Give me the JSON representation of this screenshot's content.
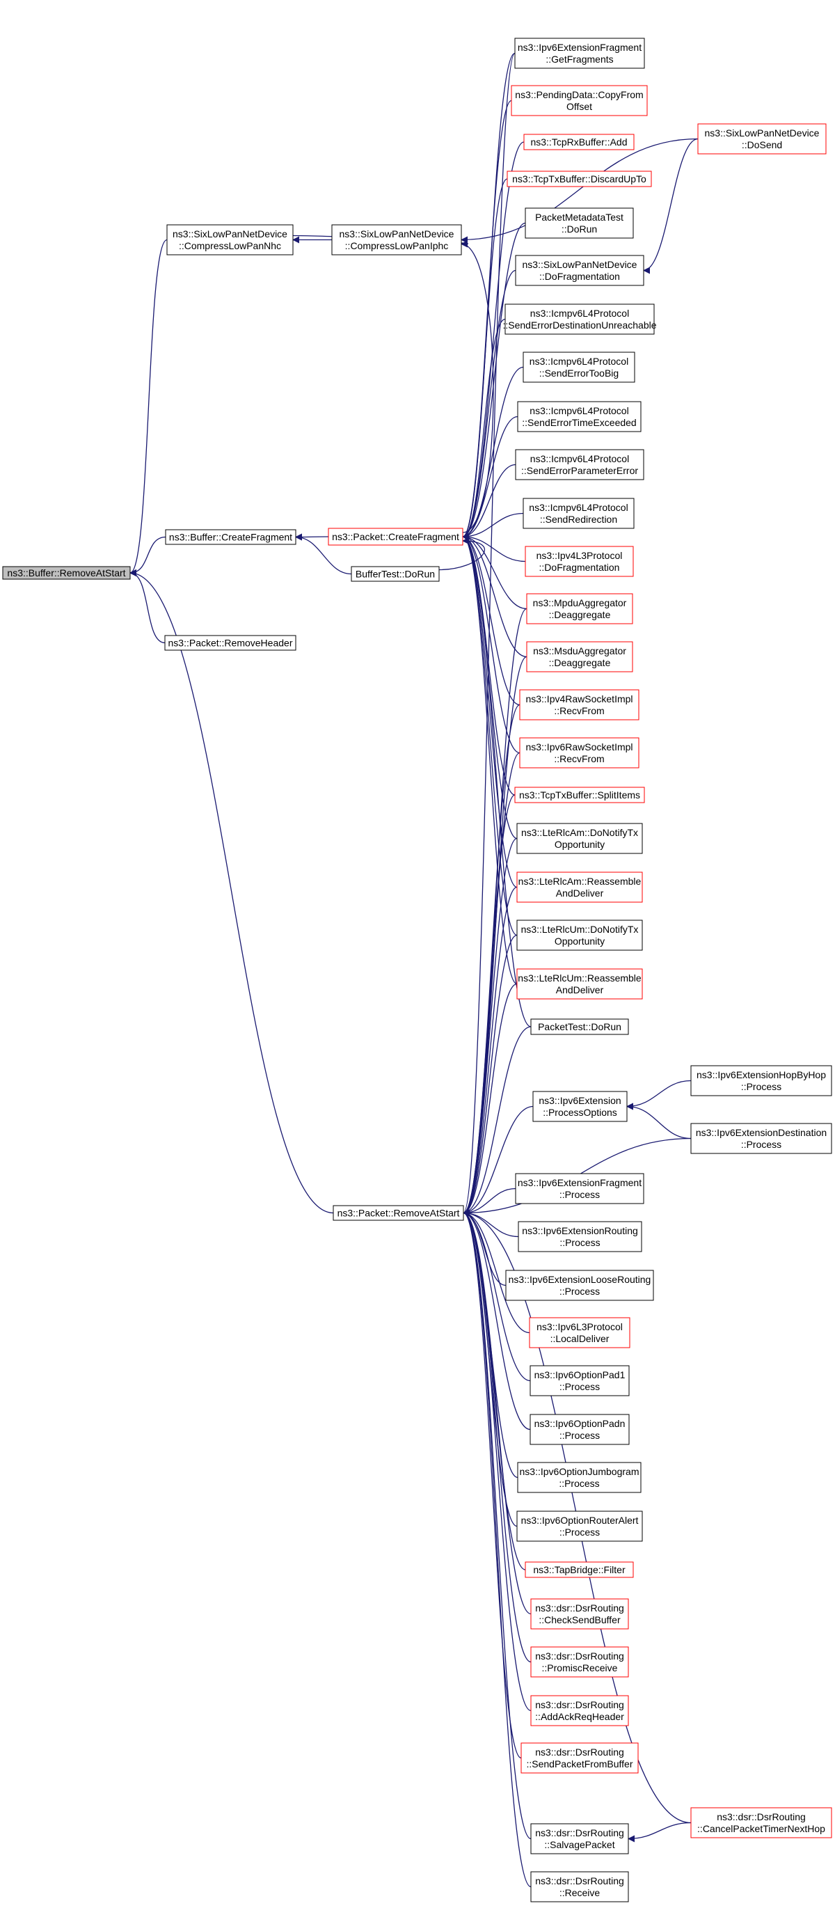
{
  "colors": {
    "edge": "#191970",
    "box_normal": "#000000",
    "box_incomplete": "#ff0000",
    "box_root_fill": "#bfbfbf",
    "box_fill": "#ffffff"
  },
  "nodes": [
    {
      "id": "removeAtStart",
      "lines": [
        "ns3::Buffer::RemoveAtStart"
      ],
      "style": "root"
    },
    {
      "id": "compressNhc",
      "lines": [
        "ns3::SixLowPanNetDevice",
        "::CompressLowPanNhc"
      ],
      "style": "normal"
    },
    {
      "id": "compressIphc",
      "lines": [
        "ns3::SixLowPanNetDevice",
        "::CompressLowPanIphc"
      ],
      "style": "normal"
    },
    {
      "id": "bufCreateFragment",
      "lines": [
        "ns3::Buffer::CreateFragment"
      ],
      "style": "normal"
    },
    {
      "id": "pktRemoveHeader",
      "lines": [
        "ns3::Packet::RemoveHeader"
      ],
      "style": "normal"
    },
    {
      "id": "pktCreateFragment",
      "lines": [
        "ns3::Packet::CreateFragment"
      ],
      "style": "red"
    },
    {
      "id": "bufferTestDoRun",
      "lines": [
        "BufferTest::DoRun"
      ],
      "style": "normal"
    },
    {
      "id": "pktRemoveAtStart",
      "lines": [
        "ns3::Packet::RemoveAtStart"
      ],
      "style": "normal"
    },
    {
      "id": "extFragGet",
      "lines": [
        "ns3::Ipv6ExtensionFragment",
        "::GetFragments"
      ],
      "style": "normal"
    },
    {
      "id": "pendingCopy",
      "lines": [
        "ns3::PendingData::CopyFrom",
        "Offset"
      ],
      "style": "red"
    },
    {
      "id": "tcpRxAdd",
      "lines": [
        "ns3::TcpRxBuffer::Add"
      ],
      "style": "red"
    },
    {
      "id": "tcpTxDiscard",
      "lines": [
        "ns3::TcpTxBuffer::DiscardUpTo"
      ],
      "style": "red"
    },
    {
      "id": "pktMetaTest",
      "lines": [
        "PacketMetadataTest",
        "::DoRun"
      ],
      "style": "normal"
    },
    {
      "id": "sixDoFrag",
      "lines": [
        "ns3::SixLowPanNetDevice",
        "::DoFragmentation"
      ],
      "style": "normal"
    },
    {
      "id": "icmpUnreach",
      "lines": [
        "ns3::Icmpv6L4Protocol",
        "::SendErrorDestinationUnreachable"
      ],
      "style": "normal"
    },
    {
      "id": "icmpTooBig",
      "lines": [
        "ns3::Icmpv6L4Protocol",
        "::SendErrorTooBig"
      ],
      "style": "normal"
    },
    {
      "id": "icmpTime",
      "lines": [
        "ns3::Icmpv6L4Protocol",
        "::SendErrorTimeExceeded"
      ],
      "style": "normal"
    },
    {
      "id": "icmpParam",
      "lines": [
        "ns3::Icmpv6L4Protocol",
        "::SendErrorParameterError"
      ],
      "style": "normal"
    },
    {
      "id": "icmpRedir",
      "lines": [
        "ns3::Icmpv6L4Protocol",
        "::SendRedirection"
      ],
      "style": "normal"
    },
    {
      "id": "ipv4Frag",
      "lines": [
        "ns3::Ipv4L3Protocol",
        "::DoFragmentation"
      ],
      "style": "red"
    },
    {
      "id": "mpdu",
      "lines": [
        "ns3::MpduAggregator",
        "::Deaggregate"
      ],
      "style": "red"
    },
    {
      "id": "msdu",
      "lines": [
        "ns3::MsduAggregator",
        "::Deaggregate"
      ],
      "style": "red"
    },
    {
      "id": "ipv4Raw",
      "lines": [
        "ns3::Ipv4RawSocketImpl",
        "::RecvFrom"
      ],
      "style": "red"
    },
    {
      "id": "ipv6Raw",
      "lines": [
        "ns3::Ipv6RawSocketImpl",
        "::RecvFrom"
      ],
      "style": "red"
    },
    {
      "id": "tcpTxSplit",
      "lines": [
        "ns3::TcpTxBuffer::SplitItems"
      ],
      "style": "red"
    },
    {
      "id": "lteAmNotify",
      "lines": [
        "ns3::LteRlcAm::DoNotifyTx",
        "Opportunity"
      ],
      "style": "normal"
    },
    {
      "id": "lteAmReasm",
      "lines": [
        "ns3::LteRlcAm::Reassemble",
        "AndDeliver"
      ],
      "style": "red"
    },
    {
      "id": "lteUmNotify",
      "lines": [
        "ns3::LteRlcUm::DoNotifyTx",
        "Opportunity"
      ],
      "style": "normal"
    },
    {
      "id": "lteUmReasm",
      "lines": [
        "ns3::LteRlcUm::Reassemble",
        "AndDeliver"
      ],
      "style": "red"
    },
    {
      "id": "packetTest",
      "lines": [
        "PacketTest::DoRun"
      ],
      "style": "normal"
    },
    {
      "id": "sixDoSend",
      "lines": [
        "ns3::SixLowPanNetDevice",
        "::DoSend"
      ],
      "style": "red"
    },
    {
      "id": "extProcOpts",
      "lines": [
        "ns3::Ipv6Extension",
        "::ProcessOptions"
      ],
      "style": "normal"
    },
    {
      "id": "extHopByHop",
      "lines": [
        "ns3::Ipv6ExtensionHopByHop",
        "::Process"
      ],
      "style": "normal"
    },
    {
      "id": "extDest",
      "lines": [
        "ns3::Ipv6ExtensionDestination",
        "::Process"
      ],
      "style": "normal"
    },
    {
      "id": "extFragProc",
      "lines": [
        "ns3::Ipv6ExtensionFragment",
        "::Process"
      ],
      "style": "normal"
    },
    {
      "id": "extRouting",
      "lines": [
        "ns3::Ipv6ExtensionRouting",
        "::Process"
      ],
      "style": "normal"
    },
    {
      "id": "extLoose",
      "lines": [
        "ns3::Ipv6ExtensionLooseRouting",
        "::Process"
      ],
      "style": "normal"
    },
    {
      "id": "ipv6Local",
      "lines": [
        "ns3::Ipv6L3Protocol",
        "::LocalDeliver"
      ],
      "style": "red"
    },
    {
      "id": "pad1",
      "lines": [
        "ns3::Ipv6OptionPad1",
        "::Process"
      ],
      "style": "normal"
    },
    {
      "id": "padn",
      "lines": [
        "ns3::Ipv6OptionPadn",
        "::Process"
      ],
      "style": "normal"
    },
    {
      "id": "jumbo",
      "lines": [
        "ns3::Ipv6OptionJumbogram",
        "::Process"
      ],
      "style": "normal"
    },
    {
      "id": "routerAlert",
      "lines": [
        "ns3::Ipv6OptionRouterAlert",
        "::Process"
      ],
      "style": "normal"
    },
    {
      "id": "tapFilter",
      "lines": [
        "ns3::TapBridge::Filter"
      ],
      "style": "red"
    },
    {
      "id": "dsrCheck",
      "lines": [
        "ns3::dsr::DsrRouting",
        "::CheckSendBuffer"
      ],
      "style": "red"
    },
    {
      "id": "dsrPromisc",
      "lines": [
        "ns3::dsr::DsrRouting",
        "::PromiscReceive"
      ],
      "style": "red"
    },
    {
      "id": "dsrAddAck",
      "lines": [
        "ns3::dsr::DsrRouting",
        "::AddAckReqHeader"
      ],
      "style": "red"
    },
    {
      "id": "dsrSendFromBuf",
      "lines": [
        "ns3::dsr::DsrRouting",
        "::SendPacketFromBuffer"
      ],
      "style": "red"
    },
    {
      "id": "dsrSalvage",
      "lines": [
        "ns3::dsr::DsrRouting",
        "::SalvagePacket"
      ],
      "style": "normal"
    },
    {
      "id": "dsrCancel",
      "lines": [
        "ns3::dsr::DsrRouting",
        "::CancelPacketTimerNextHop"
      ],
      "style": "red"
    },
    {
      "id": "dsrReceive",
      "lines": [
        "ns3::dsr::DsrRouting",
        "::Receive"
      ],
      "style": "normal"
    }
  ],
  "edges": [
    {
      "from": "compressNhc",
      "to": "removeAtStart"
    },
    {
      "from": "bufCreateFragment",
      "to": "removeAtStart"
    },
    {
      "from": "pktRemoveHeader",
      "to": "removeAtStart"
    },
    {
      "from": "pktRemoveAtStart",
      "to": "removeAtStart"
    },
    {
      "from": "compressIphc",
      "to": "compressNhc"
    },
    {
      "from": "compressNhc",
      "to": "compressIphc"
    },
    {
      "from": "pktCreateFragment",
      "to": "compressIphc"
    },
    {
      "from": "sixDoSend",
      "to": "compressIphc"
    },
    {
      "from": "pktCreateFragment",
      "to": "bufCreateFragment"
    },
    {
      "from": "bufferTestDoRun",
      "to": "bufCreateFragment"
    },
    {
      "from": "extFragGet",
      "to": "pktCreateFragment"
    },
    {
      "from": "pendingCopy",
      "to": "pktCreateFragment"
    },
    {
      "from": "tcpRxAdd",
      "to": "pktCreateFragment"
    },
    {
      "from": "tcpTxDiscard",
      "to": "pktCreateFragment"
    },
    {
      "from": "pktMetaTest",
      "to": "pktCreateFragment"
    },
    {
      "from": "sixDoFrag",
      "to": "pktCreateFragment"
    },
    {
      "from": "icmpUnreach",
      "to": "pktCreateFragment"
    },
    {
      "from": "icmpTooBig",
      "to": "pktCreateFragment"
    },
    {
      "from": "icmpTime",
      "to": "pktCreateFragment"
    },
    {
      "from": "icmpParam",
      "to": "pktCreateFragment"
    },
    {
      "from": "icmpRedir",
      "to": "pktCreateFragment"
    },
    {
      "from": "ipv4Frag",
      "to": "pktCreateFragment"
    },
    {
      "from": "mpdu",
      "to": "pktCreateFragment"
    },
    {
      "from": "msdu",
      "to": "pktCreateFragment"
    },
    {
      "from": "ipv4Raw",
      "to": "pktCreateFragment"
    },
    {
      "from": "ipv6Raw",
      "to": "pktCreateFragment"
    },
    {
      "from": "tcpTxSplit",
      "to": "pktCreateFragment"
    },
    {
      "from": "lteAmNotify",
      "to": "pktCreateFragment"
    },
    {
      "from": "lteAmReasm",
      "to": "pktCreateFragment"
    },
    {
      "from": "lteUmNotify",
      "to": "pktCreateFragment"
    },
    {
      "from": "lteUmReasm",
      "to": "pktCreateFragment"
    },
    {
      "from": "packetTest",
      "to": "pktCreateFragment"
    },
    {
      "from": "bufferTestDoRun",
      "to": "pktCreateFragment"
    },
    {
      "from": "sixDoSend",
      "to": "sixDoFrag"
    },
    {
      "from": "extFragGet",
      "to": "pktRemoveAtStart"
    },
    {
      "from": "mpdu",
      "to": "pktRemoveAtStart"
    },
    {
      "from": "msdu",
      "to": "pktRemoveAtStart"
    },
    {
      "from": "ipv4Raw",
      "to": "pktRemoveAtStart"
    },
    {
      "from": "ipv6Raw",
      "to": "pktRemoveAtStart"
    },
    {
      "from": "tcpTxSplit",
      "to": "pktRemoveAtStart"
    },
    {
      "from": "lteAmNotify",
      "to": "pktRemoveAtStart"
    },
    {
      "from": "lteAmReasm",
      "to": "pktRemoveAtStart"
    },
    {
      "from": "lteUmNotify",
      "to": "pktRemoveAtStart"
    },
    {
      "from": "lteUmReasm",
      "to": "pktRemoveAtStart"
    },
    {
      "from": "packetTest",
      "to": "pktRemoveAtStart"
    },
    {
      "from": "extProcOpts",
      "to": "pktRemoveAtStart"
    },
    {
      "from": "extHopByHop",
      "to": "extProcOpts"
    },
    {
      "from": "extDest",
      "to": "extProcOpts"
    },
    {
      "from": "extDest",
      "to": "pktRemoveAtStart"
    },
    {
      "from": "extFragProc",
      "to": "pktRemoveAtStart"
    },
    {
      "from": "extRouting",
      "to": "pktRemoveAtStart"
    },
    {
      "from": "extLoose",
      "to": "pktRemoveAtStart"
    },
    {
      "from": "ipv6Local",
      "to": "pktRemoveAtStart"
    },
    {
      "from": "pad1",
      "to": "pktRemoveAtStart"
    },
    {
      "from": "padn",
      "to": "pktRemoveAtStart"
    },
    {
      "from": "jumbo",
      "to": "pktRemoveAtStart"
    },
    {
      "from": "routerAlert",
      "to": "pktRemoveAtStart"
    },
    {
      "from": "tapFilter",
      "to": "pktRemoveAtStart"
    },
    {
      "from": "dsrCheck",
      "to": "pktRemoveAtStart"
    },
    {
      "from": "dsrPromisc",
      "to": "pktRemoveAtStart"
    },
    {
      "from": "dsrAddAck",
      "to": "pktRemoveAtStart"
    },
    {
      "from": "dsrSendFromBuf",
      "to": "pktRemoveAtStart"
    },
    {
      "from": "dsrSalvage",
      "to": "pktRemoveAtStart"
    },
    {
      "from": "dsrCancel",
      "to": "pktRemoveAtStart"
    },
    {
      "from": "dsrReceive",
      "to": "pktRemoveAtStart"
    },
    {
      "from": "dsrCancel",
      "to": "dsrSalvage"
    }
  ]
}
